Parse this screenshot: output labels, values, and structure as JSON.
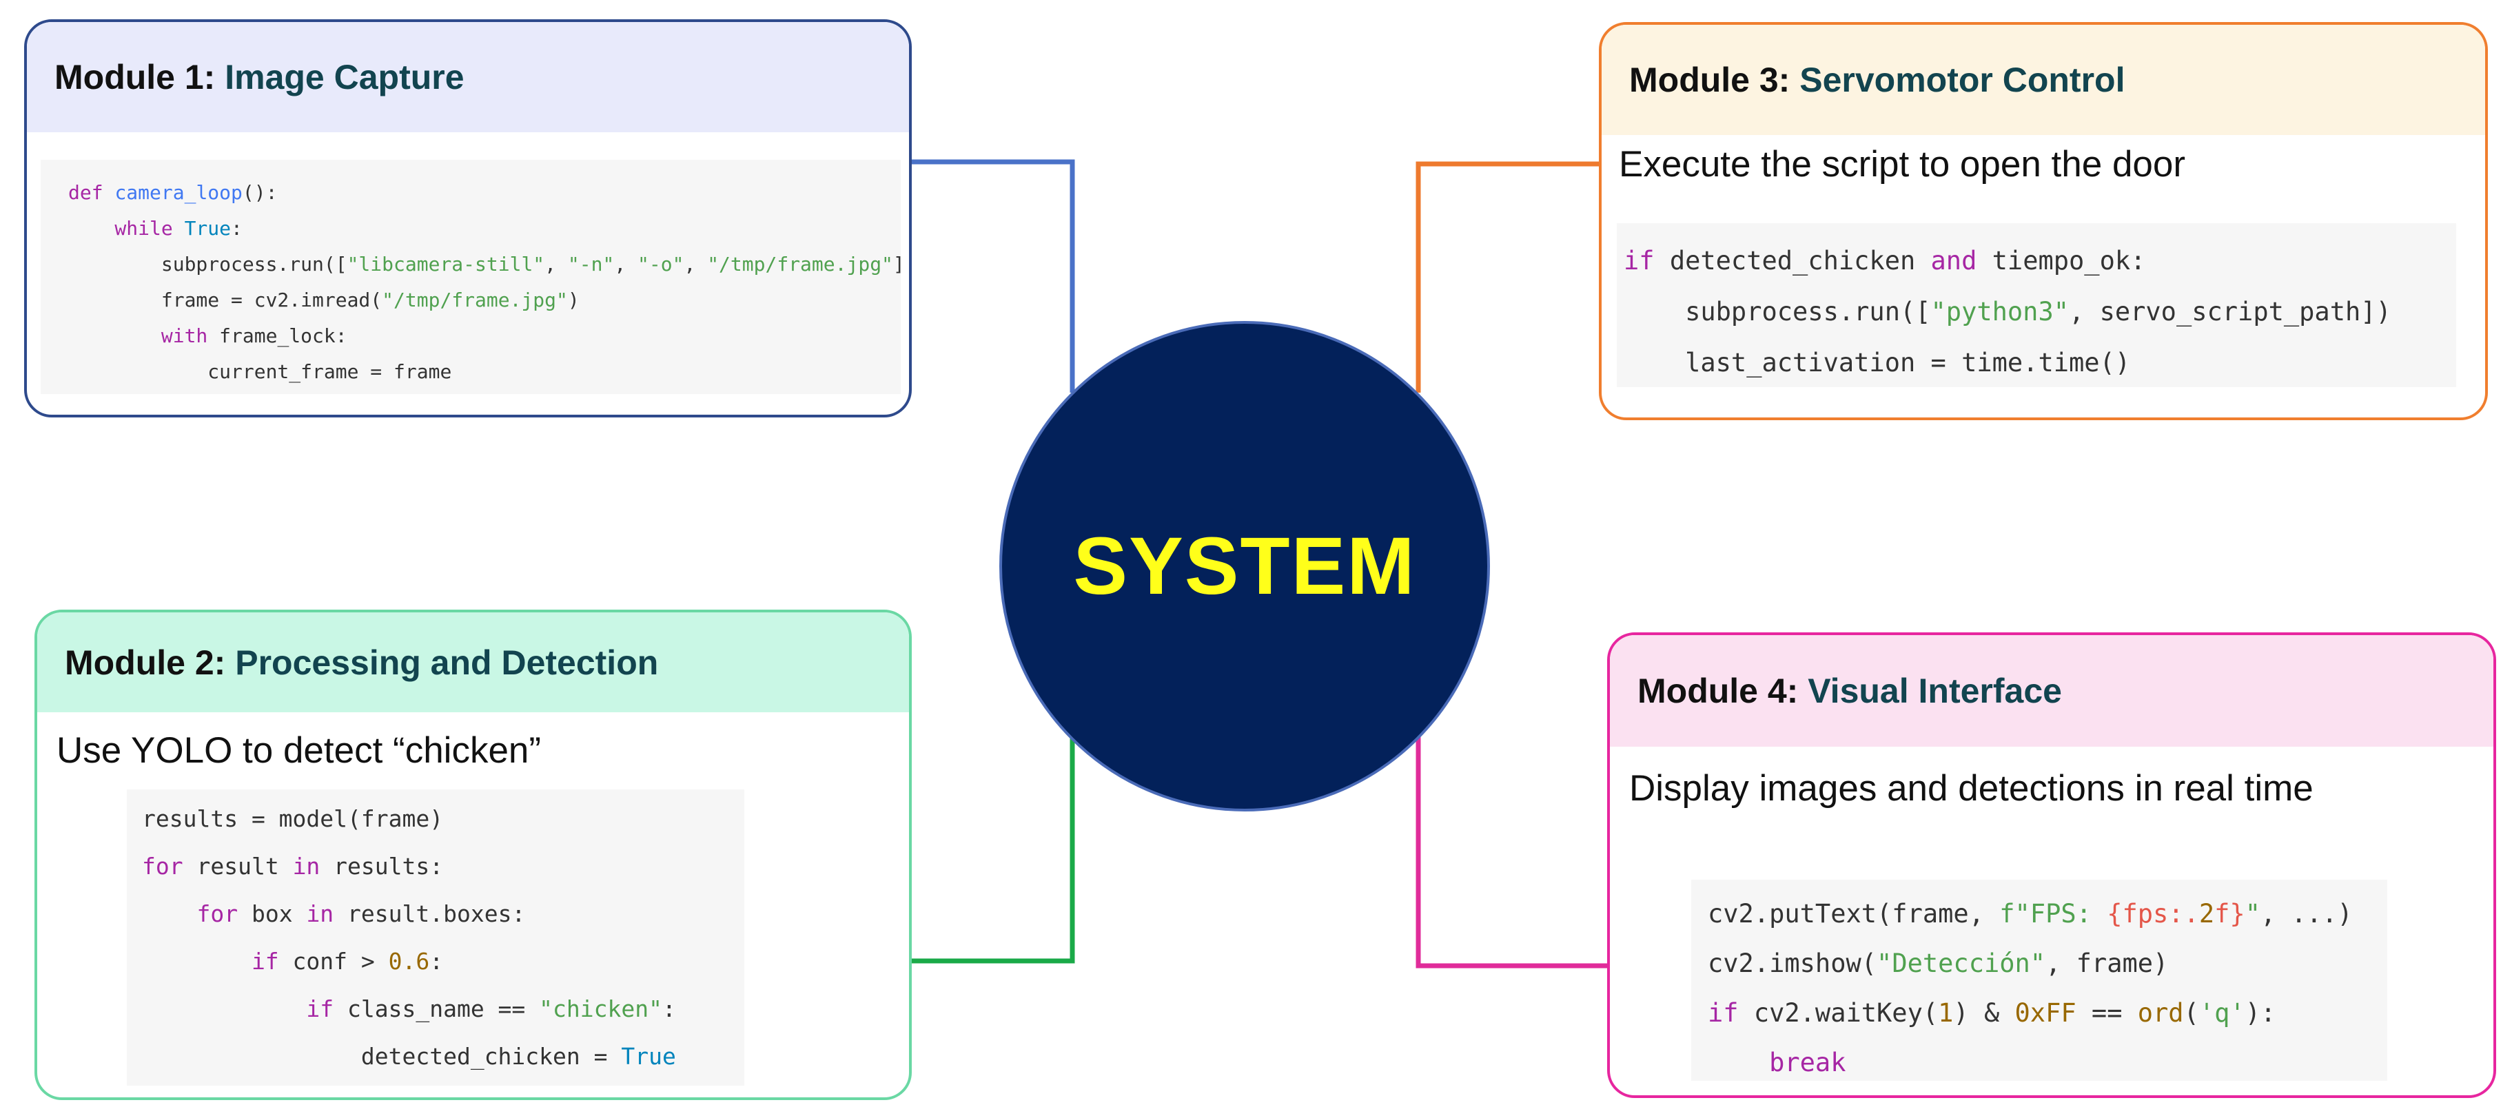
{
  "center": {
    "label": "SYSTEM"
  },
  "colors": {
    "center_fill": "#03215a",
    "center_text": "#ffff1a",
    "module1_border": "#2e4a8c",
    "module1_link": "#4a72c8",
    "module2_border": "#6ad8a4",
    "module2_link": "#1aaa48",
    "module3_border": "#f07e2e",
    "module3_link": "#ee7a2e",
    "module4_border": "#e7269f",
    "module4_link": "#e02c9a",
    "title_text": "#12444f"
  },
  "modules": {
    "m1": {
      "label": "Module 1:",
      "title": "Image Capture",
      "description": "",
      "code": [
        [
          {
            "t": "def ",
            "c": "kw"
          },
          {
            "t": "camera_loop",
            "c": "fn"
          },
          {
            "t": "():",
            "c": ""
          }
        ],
        [
          {
            "t": "    while ",
            "c": "kw"
          },
          {
            "t": "True",
            "c": "con"
          },
          {
            "t": ":",
            "c": ""
          }
        ],
        [
          {
            "t": "        subprocess.run([",
            "c": ""
          },
          {
            "t": "\"libcamera-still\"",
            "c": "str"
          },
          {
            "t": ", ",
            "c": ""
          },
          {
            "t": "\"-n\"",
            "c": "str"
          },
          {
            "t": ", ",
            "c": ""
          },
          {
            "t": "\"-o\"",
            "c": "str"
          },
          {
            "t": ", ",
            "c": ""
          },
          {
            "t": "\"/tmp/frame.jpg\"",
            "c": "str"
          },
          {
            "t": "])",
            "c": ""
          }
        ],
        [
          {
            "t": "        frame = cv2.imread(",
            "c": ""
          },
          {
            "t": "\"/tmp/frame.jpg\"",
            "c": "str"
          },
          {
            "t": ")",
            "c": ""
          }
        ],
        [
          {
            "t": "        with ",
            "c": "kw"
          },
          {
            "t": "frame_lock:",
            "c": ""
          }
        ],
        [
          {
            "t": "            current_frame = frame",
            "c": ""
          }
        ]
      ]
    },
    "m2": {
      "label": "Module 2:",
      "title": "Processing and Detection",
      "description": "Use YOLO to detect “chicken”",
      "code": [
        [
          {
            "t": "results = model(frame)",
            "c": ""
          }
        ],
        [
          {
            "t": "for ",
            "c": "kw"
          },
          {
            "t": "result ",
            "c": ""
          },
          {
            "t": "in ",
            "c": "kw"
          },
          {
            "t": "results:",
            "c": ""
          }
        ],
        [
          {
            "t": "    for ",
            "c": "kw"
          },
          {
            "t": "box ",
            "c": ""
          },
          {
            "t": "in ",
            "c": "kw"
          },
          {
            "t": "result.boxes:",
            "c": ""
          }
        ],
        [
          {
            "t": "        if ",
            "c": "kw"
          },
          {
            "t": "conf > ",
            "c": ""
          },
          {
            "t": "0.6",
            "c": "num"
          },
          {
            "t": ":",
            "c": ""
          }
        ],
        [
          {
            "t": "            if ",
            "c": "kw"
          },
          {
            "t": "class_name == ",
            "c": ""
          },
          {
            "t": "\"chicken\"",
            "c": "str"
          },
          {
            "t": ":",
            "c": ""
          }
        ],
        [
          {
            "t": "                detected_chicken = ",
            "c": ""
          },
          {
            "t": "True",
            "c": "con"
          }
        ]
      ]
    },
    "m3": {
      "label": "Module 3:",
      "title": "Servomotor Control",
      "description": "Execute the script to open the door",
      "code": [
        [
          {
            "t": "if ",
            "c": "kw"
          },
          {
            "t": "detected_chicken ",
            "c": ""
          },
          {
            "t": "and ",
            "c": "kw"
          },
          {
            "t": "tiempo_ok:",
            "c": ""
          }
        ],
        [
          {
            "t": "    subprocess.run([",
            "c": ""
          },
          {
            "t": "\"python3\"",
            "c": "str"
          },
          {
            "t": ", servo_script_path])",
            "c": ""
          }
        ],
        [
          {
            "t": "    last_activation = time.time()",
            "c": ""
          }
        ]
      ]
    },
    "m4": {
      "label": "Module 4:",
      "title": "Visual Interface",
      "description": "Display images and detections in real time",
      "code": [
        [
          {
            "t": "cv2.putText(frame, ",
            "c": ""
          },
          {
            "t": "f\"FPS: ",
            "c": "str"
          },
          {
            "t": "{fps:.",
            "c": "sub"
          },
          {
            "t": "2",
            "c": "num"
          },
          {
            "t": "f}",
            "c": "sub"
          },
          {
            "t": "\"",
            "c": "str"
          },
          {
            "t": ", ...)",
            "c": ""
          }
        ],
        [
          {
            "t": "cv2.imshow(",
            "c": ""
          },
          {
            "t": "\"Detección\"",
            "c": "str"
          },
          {
            "t": ", frame)",
            "c": ""
          }
        ],
        [
          {
            "t": "if ",
            "c": "kw"
          },
          {
            "t": "cv2.waitKey(",
            "c": ""
          },
          {
            "t": "1",
            "c": "num"
          },
          {
            "t": ") & ",
            "c": ""
          },
          {
            "t": "0xFF",
            "c": "num"
          },
          {
            "t": " == ",
            "c": ""
          },
          {
            "t": "ord",
            "c": "num"
          },
          {
            "t": "(",
            "c": ""
          },
          {
            "t": "'q'",
            "c": "str"
          },
          {
            "t": "):",
            "c": ""
          }
        ],
        [
          {
            "t": "    break",
            "c": "kw"
          }
        ]
      ]
    }
  }
}
